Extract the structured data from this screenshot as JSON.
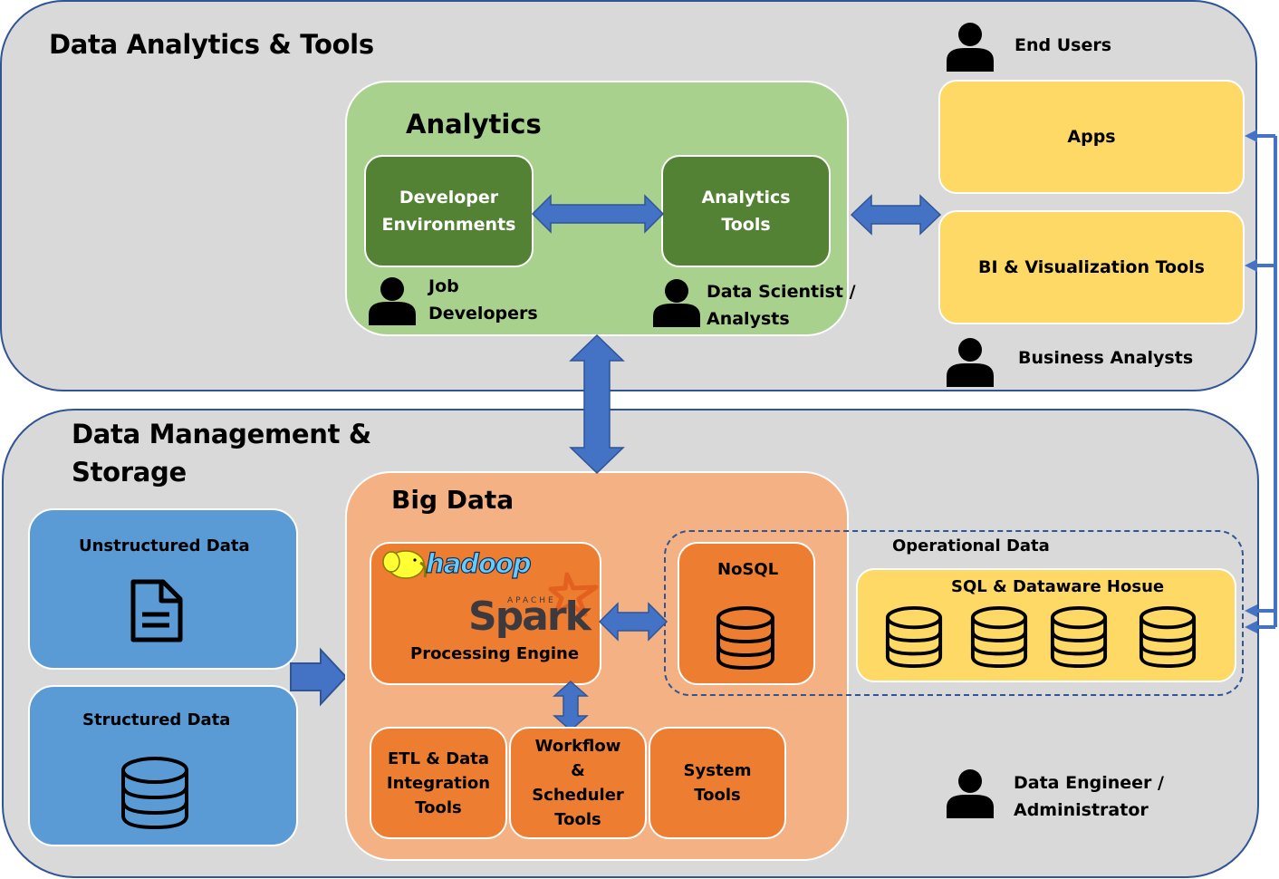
{
  "colors": {
    "region_bg": "#d9d9d9",
    "region_border": "#2f5597",
    "analytics_bg": "#a9d18e",
    "analytics_inner": "#548235",
    "yellow": "#ffd966",
    "blue_box": "#5b9bd5",
    "big_data_bg": "#f4b183",
    "orange_box": "#ed7d31",
    "arrow": "#4472c4"
  },
  "top_region": {
    "title": "Data Analytics & Tools",
    "analytics": {
      "title": "Analytics",
      "developer_env": [
        "Developer",
        "Environments"
      ],
      "analytics_tools": [
        "Analytics",
        "Tools"
      ],
      "job_developers": [
        "Job",
        "Developers"
      ],
      "data_scientist": [
        "Data Scientist /",
        "Analysts"
      ]
    },
    "end_users": "End Users",
    "apps": "Apps",
    "bi_tools": "BI & Visualization Tools",
    "business_analysts": "Business Analysts"
  },
  "bottom_region": {
    "title": [
      "Data Management &",
      "Storage"
    ],
    "unstructured": "Unstructured Data",
    "structured": "Structured Data",
    "big_data": {
      "title": "Big Data",
      "hadoop_logo": "hadoop",
      "spark_apache": "APACHE",
      "spark_logo": "Spark",
      "processing_engine": "Processing Engine",
      "etl": [
        "ETL & Data",
        "Integration",
        "Tools"
      ],
      "workflow": [
        "Workflow",
        "&",
        "Scheduler",
        "Tools"
      ],
      "system_tools": [
        "System",
        "Tools"
      ]
    },
    "operational_data": "Operational Data",
    "nosql": "NoSQL",
    "sql_dw": "SQL & Dataware Hosue",
    "data_engineer": [
      "Data Engineer /",
      "Administrator"
    ]
  }
}
